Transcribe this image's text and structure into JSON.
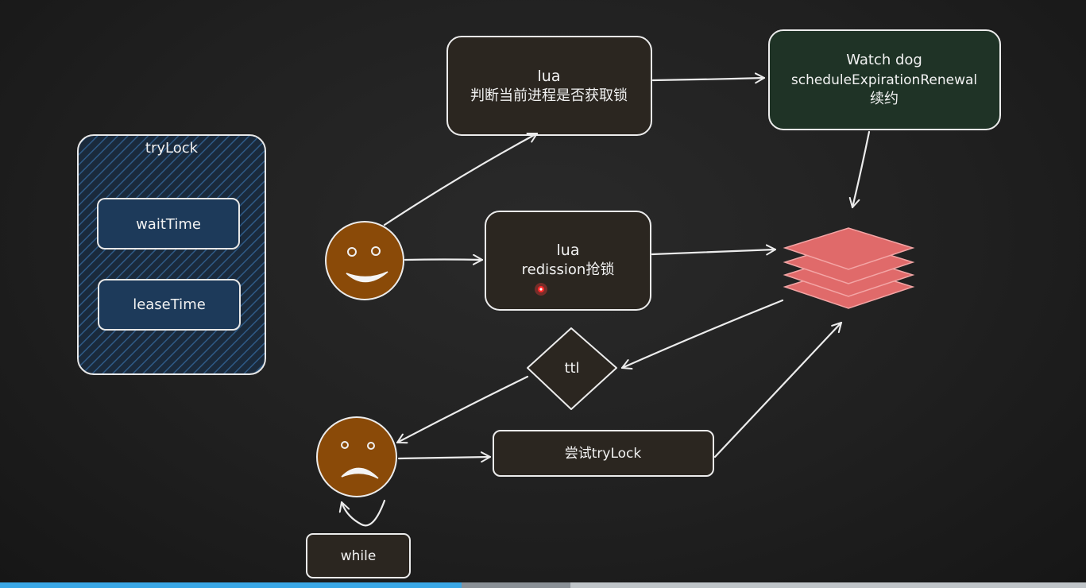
{
  "colors": {
    "board": "#1c1c1c",
    "line": "#ececec",
    "box_fill": "#2b2620",
    "trylock_fill": "#1e3550",
    "watchdog_fill": "#1f3326",
    "face_fill": "#8a4a08",
    "lock_stack": "#e06a6a",
    "progress_played": "#3aa7e6",
    "progress_buffered": "#8a9096"
  },
  "trylock_panel": {
    "title": "tryLock",
    "params": [
      "waitTime",
      "leaseTime"
    ]
  },
  "lua_check_box": {
    "line1": "lua",
    "line2": "判断当前进程是否获取锁"
  },
  "watchdog_box": {
    "line1": "Watch dog",
    "line2": "scheduleExpirationRenewal",
    "line3": "续约"
  },
  "lua_grab_box": {
    "line1": "lua",
    "line2": "redission抢锁"
  },
  "ttl_diamond": {
    "label": "ttl"
  },
  "retry_box": {
    "label": "尝试tryLock"
  },
  "while_box": {
    "label": "while"
  },
  "faces": {
    "happy": "smile-face-icon",
    "sad": "frown-face-icon"
  },
  "lock_stack": {
    "icon": "redis-stack-icon"
  },
  "video_progress": {
    "played": 0.425,
    "buffered": 0.525
  }
}
